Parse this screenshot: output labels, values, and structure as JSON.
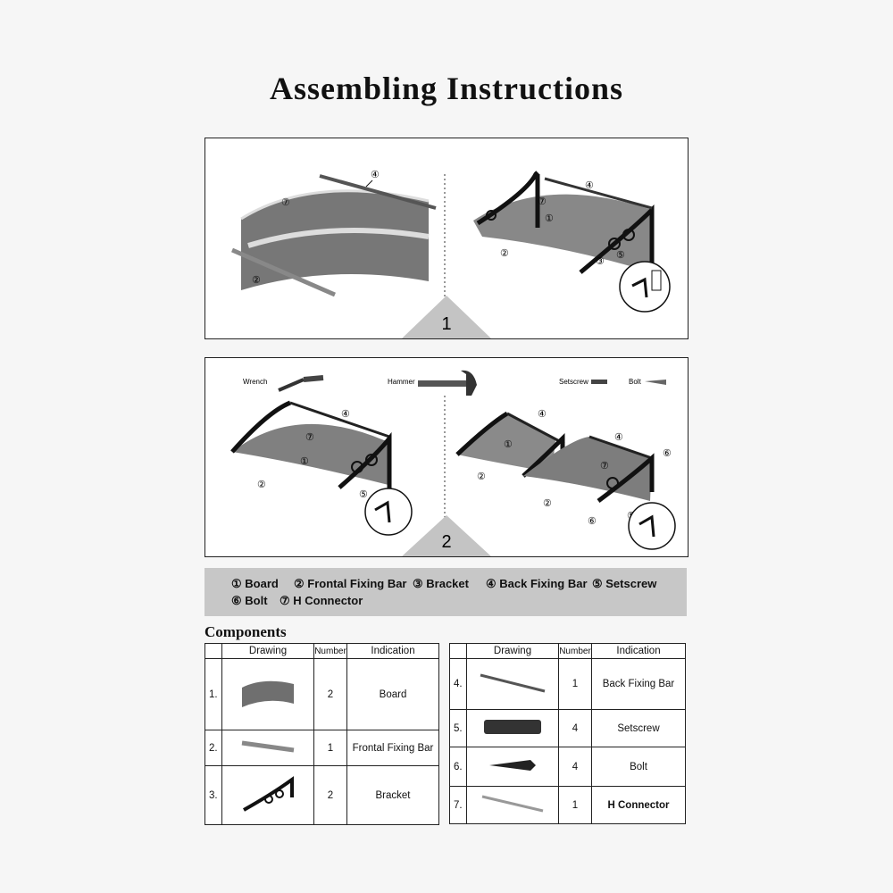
{
  "title": "Assembling Instructions",
  "steps": [
    {
      "number": "1"
    },
    {
      "number": "2"
    }
  ],
  "callouts": {
    "c1": "①",
    "c2": "②",
    "c3": "③",
    "c4": "④",
    "c5": "⑤",
    "c6": "⑥",
    "c7": "⑦"
  },
  "tools": {
    "wrench": "Wrench",
    "hammer": "Hammer",
    "setscrew": "Setscrew",
    "bolt": "Bolt"
  },
  "legend": [
    "① Board",
    "② Frontal Fixing Bar",
    "③ Bracket",
    "④ Back Fixing Bar",
    "⑤ Setscrew",
    "⑥ Bolt",
    "⑦ H Connector"
  ],
  "components": {
    "title": "Components",
    "headers": {
      "drawing": "Drawing",
      "number": "Number",
      "indication": "Indication"
    },
    "left": [
      {
        "idx": "1.",
        "number": "2",
        "indication": "Board",
        "icon": "board-icon"
      },
      {
        "idx": "2.",
        "number": "1",
        "indication": "Frontal Fixing Bar",
        "icon": "frontal-bar-icon"
      },
      {
        "idx": "3.",
        "number": "2",
        "indication": "Bracket",
        "icon": "bracket-icon"
      }
    ],
    "right": [
      {
        "idx": "4.",
        "number": "1",
        "indication": "Back Fixing Bar",
        "icon": "back-bar-icon"
      },
      {
        "idx": "5.",
        "number": "4",
        "indication": "Setscrew",
        "icon": "setscrew-icon"
      },
      {
        "idx": "6.",
        "number": "4",
        "indication": "Bolt",
        "icon": "bolt-icon"
      },
      {
        "idx": "7.",
        "number": "1",
        "indication": "H Connector",
        "icon": "h-connector-icon"
      }
    ]
  }
}
